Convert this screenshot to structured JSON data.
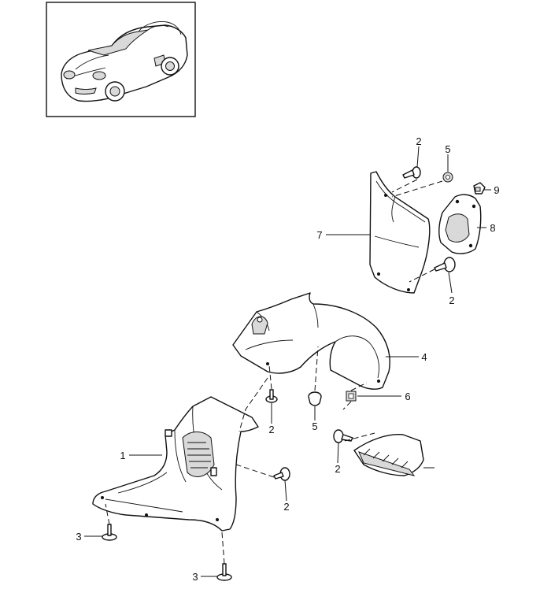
{
  "callouts": [
    {
      "id": "c1",
      "text": "1"
    },
    {
      "id": "c2a",
      "text": "2"
    },
    {
      "id": "c2b",
      "text": "2"
    },
    {
      "id": "c2c",
      "text": "2"
    },
    {
      "id": "c2d",
      "text": "2"
    },
    {
      "id": "c2e",
      "text": "2"
    },
    {
      "id": "c3a",
      "text": "3"
    },
    {
      "id": "c3b",
      "text": "3"
    },
    {
      "id": "c4",
      "text": "4"
    },
    {
      "id": "c5a",
      "text": "5"
    },
    {
      "id": "c5b",
      "text": "5"
    },
    {
      "id": "c6",
      "text": "6"
    },
    {
      "id": "c7",
      "text": "7"
    },
    {
      "id": "c8",
      "text": "8"
    },
    {
      "id": "c9",
      "text": "9"
    }
  ]
}
